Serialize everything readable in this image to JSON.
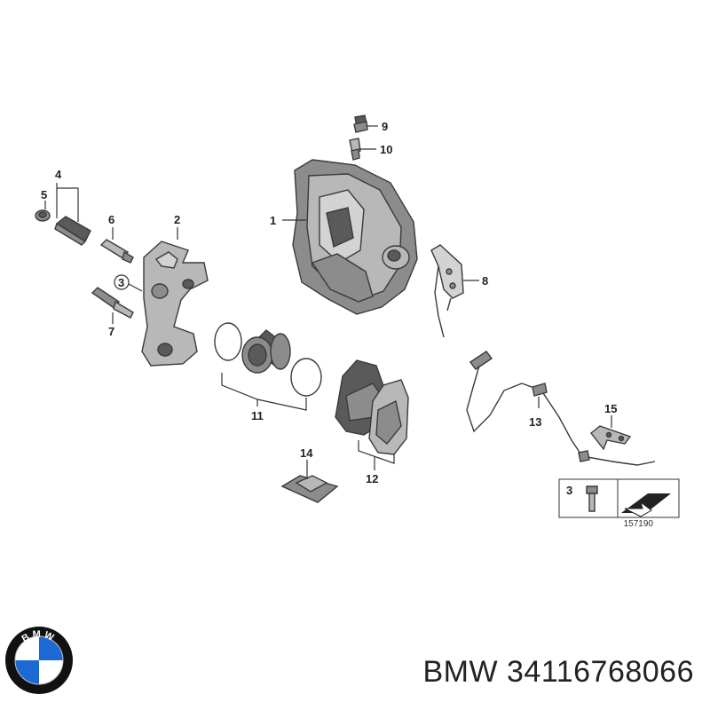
{
  "callouts": {
    "c1": "1",
    "c2": "2",
    "c3": "3",
    "c4": "4",
    "c5": "5",
    "c6": "6",
    "c7": "7",
    "c8": "8",
    "c9": "9",
    "c10": "10",
    "c11": "11",
    "c12": "12",
    "c13": "13",
    "c14": "14",
    "c15": "15"
  },
  "inset": {
    "callout": "3",
    "drawing_id": "157190"
  },
  "logo": {
    "text": "BMW",
    "colors": {
      "blue": "#1c69d4",
      "white": "#ffffff",
      "ring": "#111111"
    }
  },
  "caption": {
    "brand": "BMW",
    "part_number": "34116768066"
  }
}
